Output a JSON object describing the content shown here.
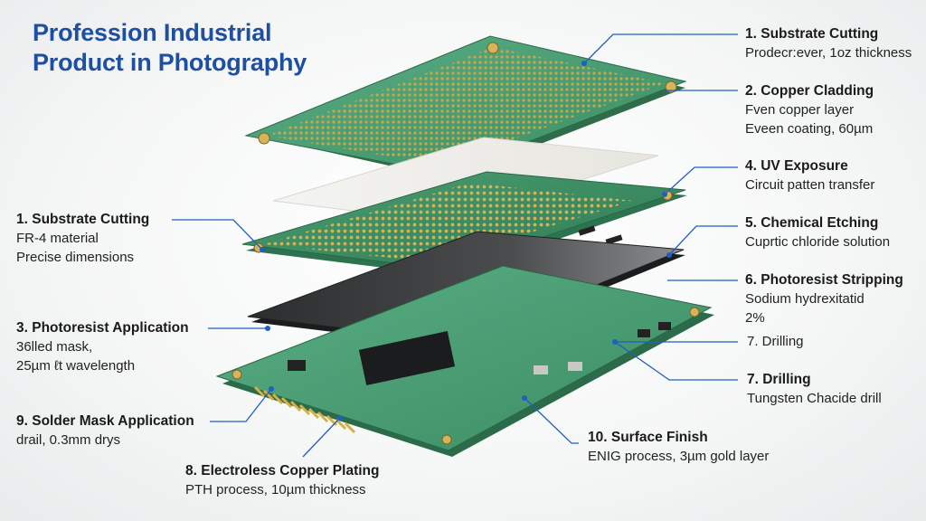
{
  "title": {
    "line1": "Profession Industrial",
    "line2": "Product in Photography"
  },
  "colors": {
    "title": "#1f4fa0",
    "leader": "#1f5fbf",
    "pcb_green": "#3f9a6a",
    "gold_pad": "#c9a84c"
  },
  "labels": {
    "right_1": {
      "heading": "1. Substrate Cutting",
      "desc1": "Prodecr:ever, 1oz thickness"
    },
    "right_2": {
      "heading": "2. Copper Cladding",
      "desc1": "Fven copper layer",
      "desc2": "Eveen coating, 60µm"
    },
    "right_4": {
      "heading": "4. UV Exposure",
      "desc1": "Circuit patten transfer"
    },
    "right_5": {
      "heading": "5. Chemical Etching",
      "desc1": "Cuprtic chloride solution"
    },
    "right_6": {
      "heading": "6. Photoresist Stripping",
      "desc1": "Sodium hydrexitatid",
      "desc2": "2%"
    },
    "right_7a": {
      "text": "7. Drilling"
    },
    "right_7b": {
      "heading": "7. Drilling",
      "desc1": "Tungsten Chacide drill"
    },
    "right_10": {
      "heading": "10. Surface Finish",
      "desc1": "ENIG process, 3µm gold layer"
    },
    "left_1": {
      "heading": "1. Substrate Cutting",
      "desc1": "FR-4 material",
      "desc2": "Precise dimensions"
    },
    "left_3": {
      "heading": "3. Photoresist Application",
      "desc1": "36lled  mask,",
      "desc2": "25µm ℓt wavelength"
    },
    "left_9": {
      "heading": "9. Solder Mask Application",
      "desc1": "drail, 0.3mm drys"
    },
    "bottom_8": {
      "heading": "8. Electroless Copper Plating",
      "desc1": "PTH process, 10µm thickness"
    }
  }
}
